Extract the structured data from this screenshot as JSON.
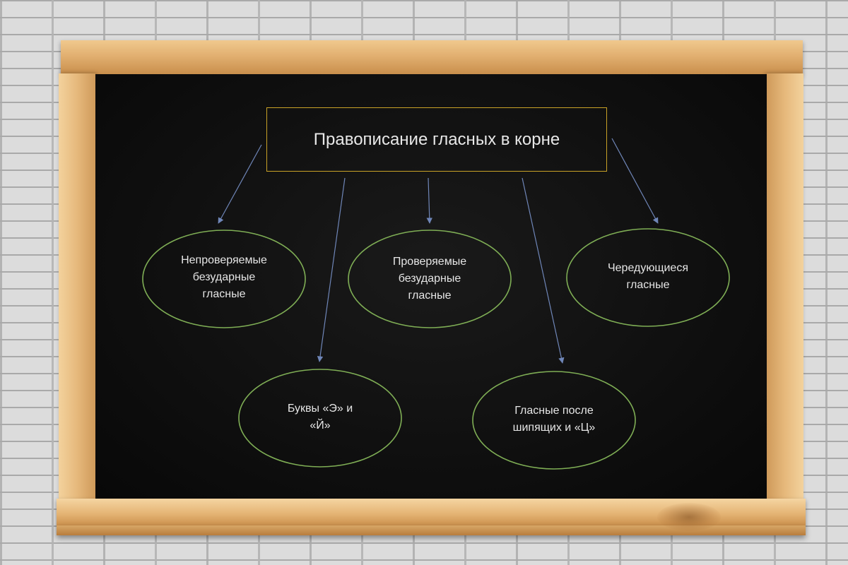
{
  "diagram": {
    "title": "Правописание гласных в корне",
    "nodes": [
      {
        "id": "unverifiable",
        "lines": [
          "Непроверяемые",
          "безударные",
          "гласные"
        ]
      },
      {
        "id": "verifiable",
        "lines": [
          "Проверяемые",
          "безударные",
          "гласные"
        ]
      },
      {
        "id": "alternating",
        "lines": [
          "Чередующиеся",
          "гласные"
        ]
      },
      {
        "id": "letters-e-y",
        "lines": [
          "Буквы «Э» и",
          "«Й»"
        ]
      },
      {
        "id": "after-sibilants",
        "lines": [
          "Гласные после",
          "шипящих и «Ц»"
        ]
      }
    ],
    "colors": {
      "title_border": "#c9a227",
      "node_border": "#7fae55",
      "arrow": "#6f86b8",
      "board": "#0f0f0f"
    }
  }
}
